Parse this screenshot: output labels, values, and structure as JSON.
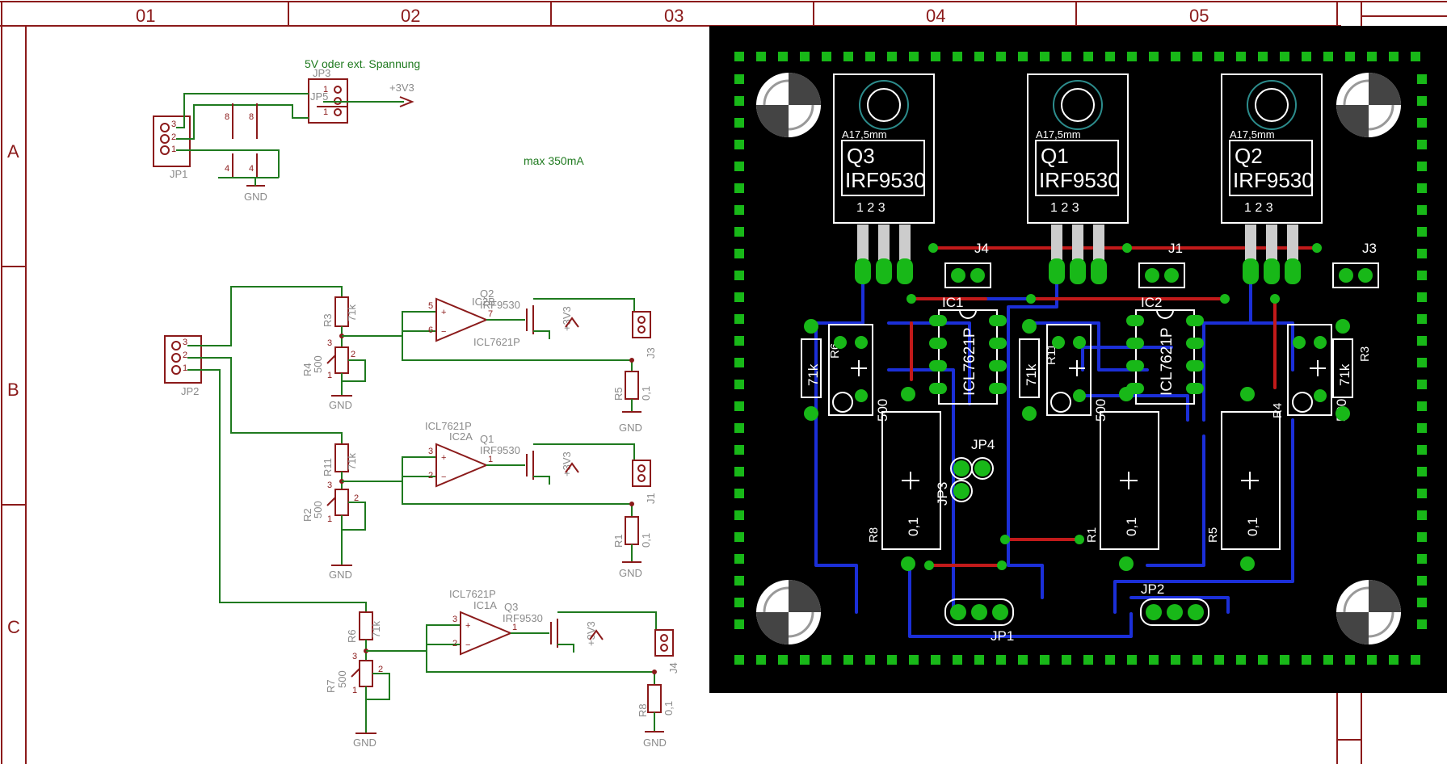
{
  "frame": {
    "columns": [
      "01",
      "02",
      "03",
      "04",
      "05"
    ],
    "rows": [
      "A",
      "B",
      "C"
    ]
  },
  "power": {
    "note": "5V oder ext. Spannung",
    "jp3": "JP3",
    "jp5": "JP5",
    "supply": "+3V3",
    "jp1": "JP1",
    "gnd": "GND",
    "max_current": "max 350mA"
  },
  "sch": {
    "jp2": "JP2",
    "gnd": "GND",
    "supply": "+3V3",
    "ch1": {
      "r_top": "R3",
      "r_top_val": "71k",
      "pot": "R4",
      "pot_val": "500",
      "ic_unit": "IC2B",
      "ic_part": "ICL7621P",
      "q": "Q2",
      "q_part": "IRF9530",
      "j": "J3",
      "r_sense": "R5",
      "r_sense_val": "0,1",
      "pin_p": "5",
      "pin_n": "6",
      "pin_o": "7"
    },
    "ch2": {
      "r_top": "R11",
      "r_top_val": "71k",
      "pot": "R2",
      "pot_val": "500",
      "ic_unit": "IC2A",
      "ic_part": "ICL7621P",
      "q": "Q1",
      "q_part": "IRF9530",
      "j": "J1",
      "r_sense": "R1",
      "r_sense_val": "0,1",
      "pin_p": "3",
      "pin_n": "2",
      "pin_o": "1"
    },
    "ch3": {
      "r_top": "R6",
      "r_top_val": "71k",
      "pot": "R7",
      "pot_val": "500",
      "ic_unit": "IC1A",
      "ic_part": "ICL7621P",
      "q": "Q3",
      "q_part": "IRF9530",
      "j": "J4",
      "r_sense": "R8",
      "r_sense_val": "0,1",
      "pin_p": "3",
      "pin_n": "2",
      "pin_o": "1"
    }
  },
  "pcb": {
    "heatsink": "A17,5mm",
    "q3": "Q3",
    "q1": "Q1",
    "q2": "Q2",
    "mosfet": "IRF9530",
    "pins": "1 2 3",
    "j4": "J4",
    "j1": "J1",
    "j3": "J3",
    "ic1": "IC1",
    "ic2": "IC2",
    "icl": "ICL7621P",
    "r6": "R6",
    "r11": "R11",
    "r3": "R3",
    "r4": "R4",
    "r71k": "71k",
    "r500": "500",
    "r8": "R8",
    "r1": "R1",
    "r5": "R5",
    "r01": "0,1",
    "jp3": "JP3",
    "jp4": "JP4",
    "jp1": "JP1",
    "jp2": "JP2"
  },
  "colors": {
    "frame": "#8b1a1a",
    "wire": "#1f7a1f",
    "board": "#000000",
    "pad": "#18b818",
    "bottom_trace": "#1b2fd8",
    "top_trace": "#c21a1a"
  }
}
